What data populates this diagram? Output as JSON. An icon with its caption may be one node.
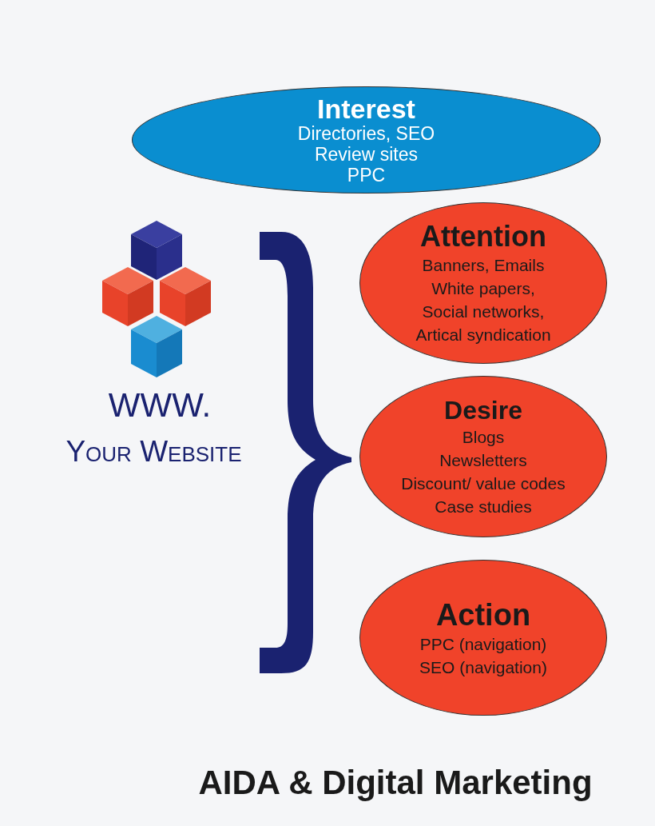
{
  "diagram": {
    "title": "AIDA & Digital Marketing",
    "nodes": [
      {
        "text": [
          "Interest",
          "Directories, SEO",
          "Review sites",
          "PPC"
        ]
      },
      {
        "text": [
          "Attention",
          "Banners, Emails",
          "White papers,",
          "Social networks,",
          "Artical syndication"
        ]
      },
      {
        "text": [
          "Desire",
          "Blogs",
          "Newsletters",
          "Discount/ value codes",
          "Case studies"
        ]
      },
      {
        "text": [
          "Action",
          "PPC (navigation)",
          "SEO (navigation)"
        ]
      }
    ],
    "labels": [
      "WWW.",
      "Your Website"
    ]
  }
}
